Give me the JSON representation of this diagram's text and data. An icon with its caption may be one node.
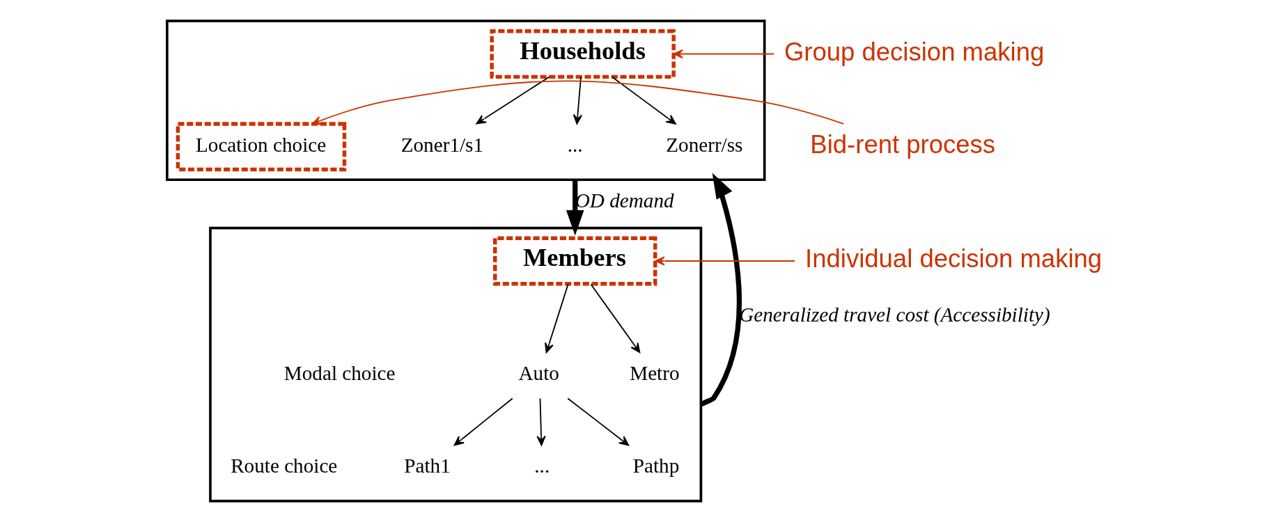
{
  "diagram": {
    "nodes": [
      {
        "text": [],
        "shape": "box"
      },
      {
        "text": [
          "Households"
        ],
        "in": 0
      },
      {
        "text": [
          "Zoner1/s1"
        ],
        "in": 0
      },
      {
        "text": [
          "..."
        ],
        "in": 0
      },
      {
        "text": [
          "Zonerr/ss"
        ],
        "in": 0
      },
      {
        "text": [
          "Location choice"
        ],
        "in": 0
      },
      {
        "text": [
          "Group decision making"
        ]
      },
      {
        "text": [
          "Bid-rent process"
        ]
      },
      {
        "text": [],
        "shape": "box"
      },
      {
        "text": [
          "Members"
        ],
        "in": 8
      },
      {
        "text": [
          "Auto"
        ],
        "in": 8
      },
      {
        "text": [
          "Metro"
        ],
        "in": 8
      },
      {
        "text": [
          "Path1"
        ],
        "in": 8
      },
      {
        "text": [
          "..."
        ],
        "in": 8
      },
      {
        "text": [
          "Pathp"
        ],
        "in": 8
      },
      {
        "text": [
          "Individual decision making"
        ]
      }
    ],
    "edges": [
      {
        "from": 6,
        "to": 1,
        "arrow": "to",
        "color": "#cc3300"
      },
      {
        "from": 1,
        "to": 2,
        "arrow": "to"
      },
      {
        "from": 1,
        "to": 3,
        "arrow": "to"
      },
      {
        "from": 1,
        "to": 4,
        "arrow": "to"
      },
      {
        "from": 7,
        "to": 5,
        "arrow": "to",
        "color": "#cc3300"
      },
      {
        "from": 0,
        "to": 8,
        "arrow": "to",
        "style": "thick",
        "label": "OD demand"
      },
      {
        "from": 8,
        "to": 0,
        "arrow": "to",
        "style": "thick",
        "label": "Generalized travel cost (Accessibility)"
      },
      {
        "from": 15,
        "to": 9,
        "arrow": "to",
        "color": "#cc3300"
      },
      {
        "from": 9,
        "to": 10,
        "arrow": "to"
      },
      {
        "from": 9,
        "to": 11,
        "arrow": "to"
      },
      {
        "from": 10,
        "to": 12,
        "arrow": "to"
      },
      {
        "from": 10,
        "to": 13,
        "arrow": "to"
      },
      {
        "from": 10,
        "to": 14,
        "arrow": "to"
      }
    ],
    "labels": [
      "Modal choice",
      "Route choice"
    ]
  }
}
